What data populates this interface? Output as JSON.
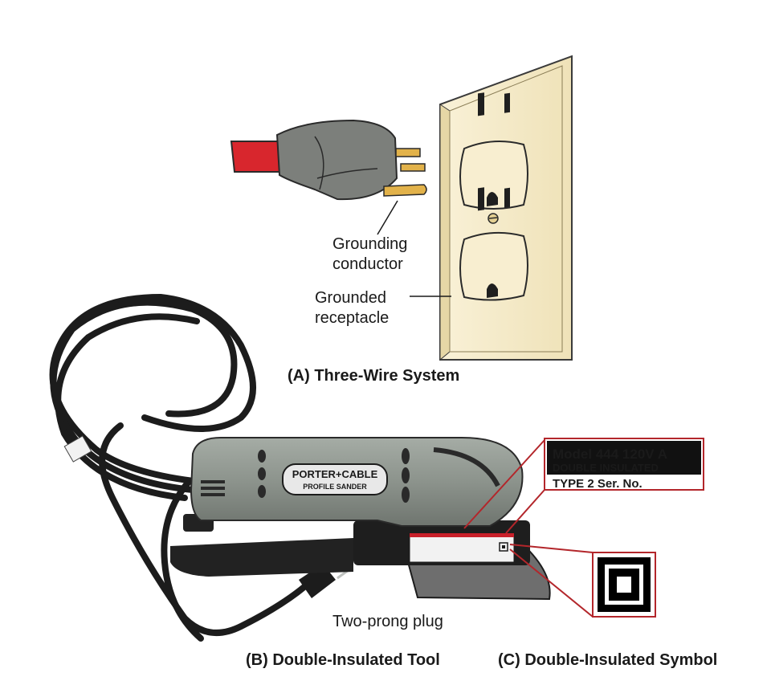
{
  "panel_a": {
    "callout_grounding_line1": "Grounding",
    "callout_grounding_line2": "conductor",
    "callout_receptacle_line1": "Grounded",
    "callout_receptacle_line2": "receptacle",
    "caption": "(A) Three-Wire System"
  },
  "panel_b": {
    "brand_line1": "PORTER+CABLE",
    "brand_line2": "PROFILE SANDER",
    "callout_plug": "Two-prong plug",
    "caption": "(B) Double-Insulated Tool"
  },
  "panel_c": {
    "label_line1": "Model 444  120V  A",
    "label_line2": "DOUBLE INSULATED",
    "label_line3": "TYPE 2  Ser. No.",
    "caption": "(C) Double-Insulated Symbol"
  },
  "colors": {
    "plug_gray": "#7c7f7b",
    "cord_red": "#d8262d",
    "prong_gold": "#e2b24a",
    "plate_cream": "#f6eccb",
    "tool_gray": "#8f968f",
    "callout_red": "#b3262b"
  }
}
